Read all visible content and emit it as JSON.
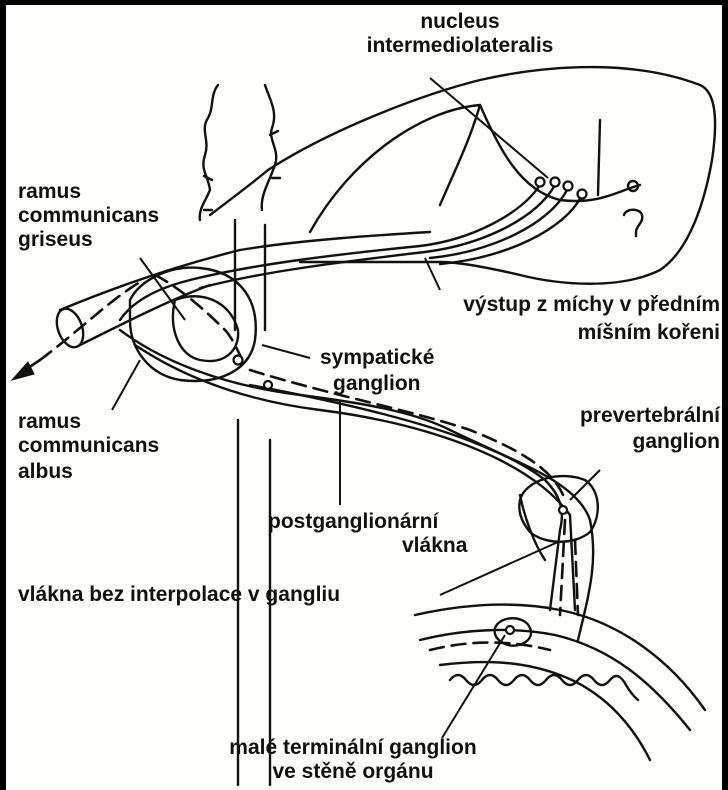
{
  "labels": {
    "nucleus_line1": "nucleus",
    "nucleus_line2": "intermediolateralis",
    "rcg_line1": "ramus",
    "rcg_line2": "communicans",
    "rcg_line3": "griseus",
    "vystup_line1": "výstup z míchy v předním",
    "vystup_line2": "míšním kořeni",
    "symp_line1": "sympatické",
    "symp_line2": "ganglion",
    "prever_line1": "prevertebrální",
    "prever_line2": "ganglion",
    "rca_line1": "ramus",
    "rca_line2": "communicans",
    "rca_line3": "albus",
    "postg_line1": "postganglionární",
    "postg_line2": "vlákna",
    "bez": "vlákna bez interpolace v gangliu",
    "male_line1": "malé terminální ganglion",
    "male_line2": "ve stěně orgánu"
  },
  "colors": {
    "background": "#fdfdfb",
    "ink": "#111111",
    "border": "#000000"
  }
}
